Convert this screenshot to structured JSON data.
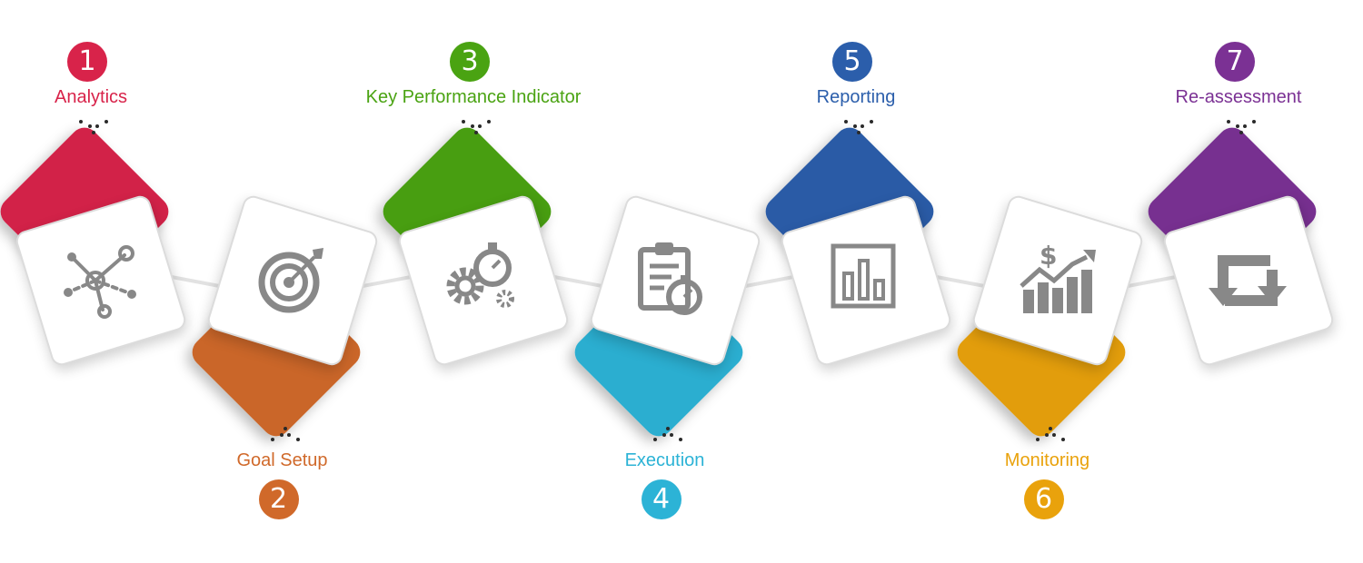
{
  "steps": [
    {
      "number": "1",
      "label": "Analytics",
      "color": "#d8234a",
      "position": "up",
      "icon": "network-icon"
    },
    {
      "number": "2",
      "label": "Goal Setup",
      "color": "#d0692a",
      "position": "down",
      "icon": "target-icon"
    },
    {
      "number": "3",
      "label": "Key Performance Indicator",
      "color": "#4aa312",
      "position": "up",
      "icon": "gears-stopwatch-icon"
    },
    {
      "number": "4",
      "label": "Execution",
      "color": "#2cb3d6",
      "position": "down",
      "icon": "clipboard-stopwatch-icon"
    },
    {
      "number": "5",
      "label": "Reporting",
      "color": "#2b5eab",
      "position": "up",
      "icon": "bar-chart-icon"
    },
    {
      "number": "6",
      "label": "Monitoring",
      "color": "#e9a20c",
      "position": "down",
      "icon": "growth-chart-icon"
    },
    {
      "number": "7",
      "label": "Re-assessment",
      "color": "#7b3194",
      "position": "up",
      "icon": "repeat-icon"
    }
  ]
}
